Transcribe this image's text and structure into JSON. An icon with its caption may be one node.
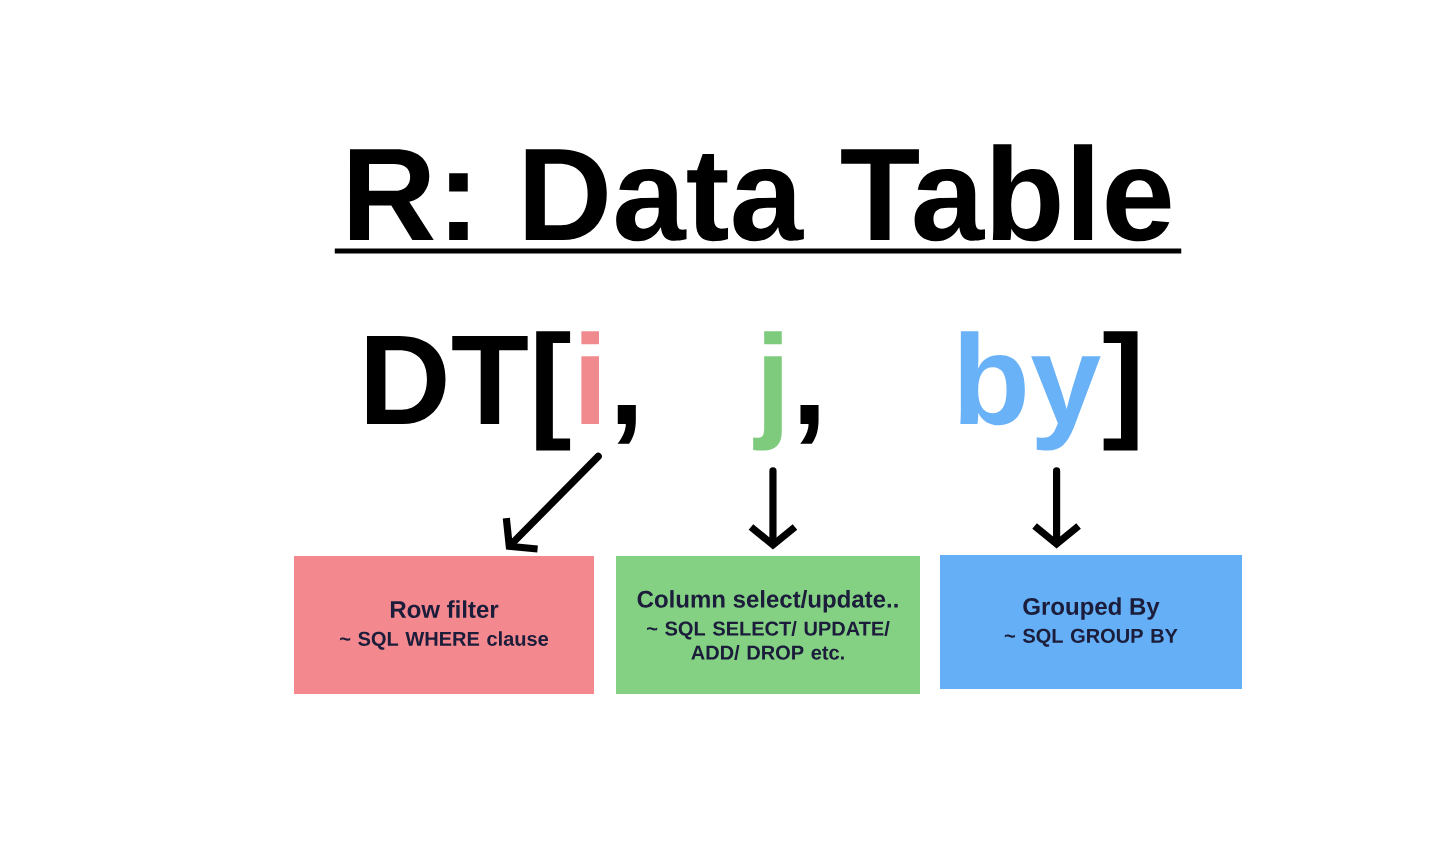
{
  "diagram": {
    "title": "R: Data Table",
    "nodes": [
      {
        "text": [
          "i"
        ]
      },
      {
        "text": [
          "j"
        ]
      },
      {
        "text": [
          "by"
        ]
      },
      {
        "text": [
          "Row filter",
          "~ SQL WHERE clause"
        ]
      },
      {
        "text": [
          "Column select/update..",
          "~ SQL SELECT/ UPDATE/ ADD/ DROP etc."
        ]
      },
      {
        "text": [
          "Grouped By",
          "~ SQL GROUP BY"
        ]
      }
    ],
    "edges": [
      {
        "from": 0,
        "to": 3,
        "arrow": "to"
      },
      {
        "from": 1,
        "to": 4,
        "arrow": "to"
      },
      {
        "from": 2,
        "to": 5,
        "arrow": "to"
      }
    ],
    "labels": [
      "DT[",
      ",",
      ",",
      "]"
    ]
  }
}
